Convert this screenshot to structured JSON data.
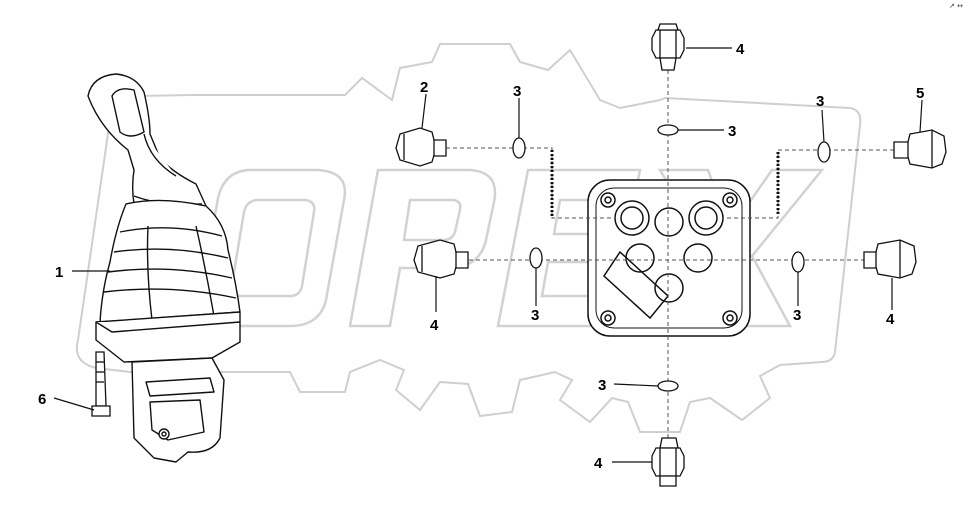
{
  "corner_mark": "↗ ↔",
  "watermark": {
    "text": "OPEX"
  },
  "callouts": {
    "lever": "1",
    "fitting_left": "2",
    "oring": "3",
    "fitting": "4",
    "fitting_right": "5",
    "bolt": "6"
  }
}
